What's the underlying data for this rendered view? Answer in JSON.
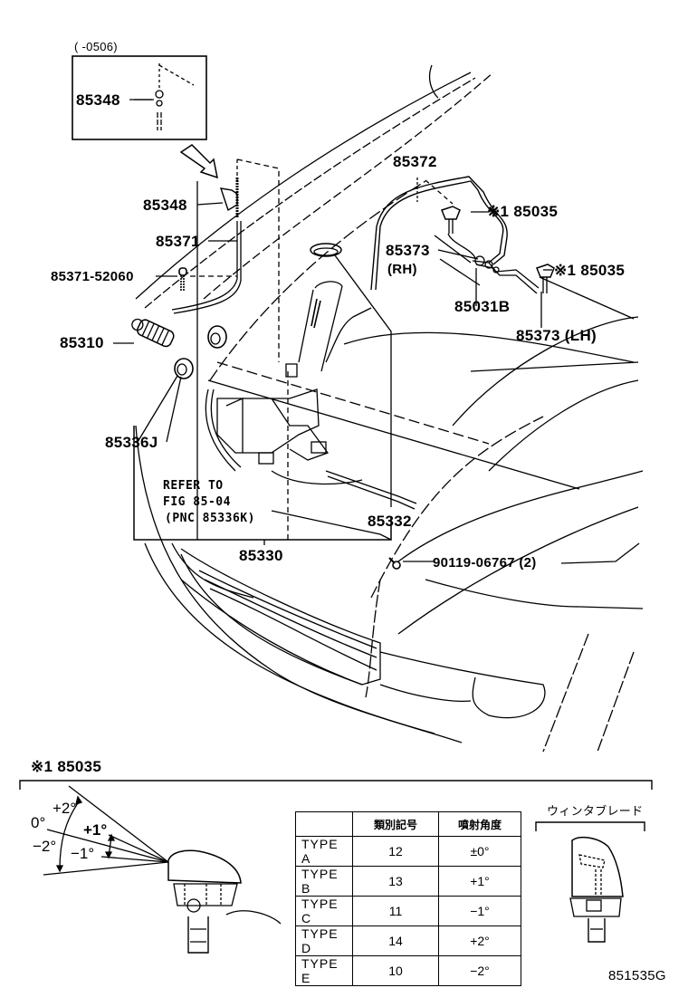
{
  "diagram": {
    "inset": {
      "date_range": "(      -0506)",
      "part": "85348"
    },
    "callouts": {
      "p85348": "85348",
      "p85371": "85371",
      "p85371_52060": "85371-52060",
      "p85310": "85310",
      "p85336J": "85336J",
      "p85372": "85372",
      "p85035_a": "※1 85035",
      "p85373_rh": "85373",
      "rh": "(RH)",
      "p85035_b": "※1 85035",
      "p85031B": "85031B",
      "p85373_lh": "85373 (LH)",
      "p85332": "85332",
      "p85330": "85330",
      "p90119": "90119-06767 (2)"
    },
    "refer_note": {
      "line1": "REFER TO",
      "line2": "FIG 85-04",
      "line3": "(PNC 85336K)"
    },
    "detail": {
      "title": "※1 85035",
      "angles": {
        "zero": "0°",
        "plus2": "+2°",
        "plus1": "+1°",
        "minus2": "−2°",
        "minus1": "−1°"
      },
      "wiper_blade_label": "ウィンタブレード",
      "table": {
        "headers": [
          "",
          "類別記号",
          "噴射角度"
        ],
        "rows": [
          {
            "type": "TYPE A",
            "code": "12",
            "angle": "±0°"
          },
          {
            "type": "TYPE B",
            "code": "13",
            "angle": "+1°"
          },
          {
            "type": "TYPE C",
            "code": "11",
            "angle": "−1°"
          },
          {
            "type": "TYPE D",
            "code": "14",
            "angle": "+2°"
          },
          {
            "type": "TYPE E",
            "code": "10",
            "angle": "−2°"
          }
        ]
      }
    },
    "figure_id": "851535G"
  }
}
